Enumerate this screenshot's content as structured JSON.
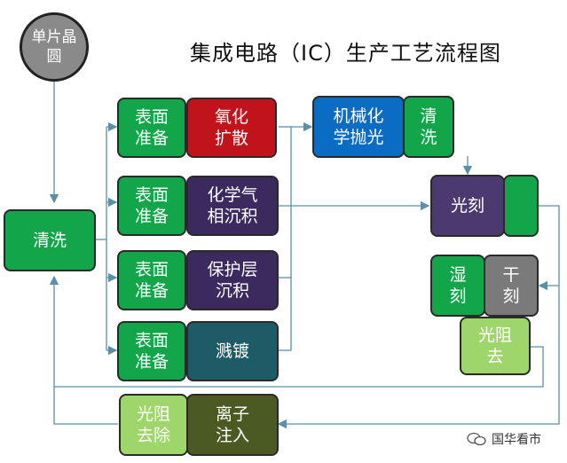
{
  "title": "集成电路（IC）生产工艺流程图",
  "start_node": "单片晶\n圆",
  "nodes": {
    "clean_main": "清洗",
    "prep1": "表面\n准备",
    "prep2": "表面\n准备",
    "prep3": "表面\n准备",
    "prep4": "表面\n准备",
    "oxidation": "氧化\n扩散",
    "cvd": "化学气\n相沉积",
    "protect": "保护层\n沉积",
    "sputter": "溅镀",
    "cmp": "机械化\n学抛光",
    "clean_cmp": "清\n洗",
    "litho": "光刻",
    "wet_etch": "湿\n刻",
    "dry_etch": "干\n刻",
    "resist_remove": "光阻\n去",
    "resist_remove2": "光阻\n去除",
    "implant": "离子\n注入"
  },
  "watermark": "国华看市",
  "colors": {
    "green": "#12a54a",
    "red": "#c0131c",
    "navy": "#3a2a5e",
    "teal": "#1d5c66",
    "blue": "#0a6cc2",
    "purple": "#4b3a6f",
    "grey": "#7a7a7a",
    "lime": "#9fd66b",
    "olive": "#4b5a22",
    "arrow": "#5b8fa8"
  }
}
